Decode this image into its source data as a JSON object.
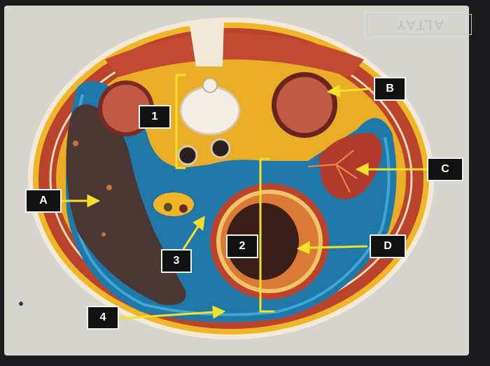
{
  "watermark": "ALTAY",
  "labels": [
    {
      "id": "A",
      "text": "A"
    },
    {
      "id": "B",
      "text": "B"
    },
    {
      "id": "C",
      "text": "C"
    },
    {
      "id": "D",
      "text": "D"
    },
    {
      "id": "1",
      "text": "1"
    },
    {
      "id": "2",
      "text": "2"
    },
    {
      "id": "3",
      "text": "3"
    },
    {
      "id": "4",
      "text": "4"
    }
  ],
  "colors": {
    "background": "#d6d5cf",
    "muscle": "#b9432d",
    "fat": "#f0b62a",
    "cavity": "#1f78a8",
    "liver": "#4a3632",
    "arrow": "#f2e02a"
  }
}
